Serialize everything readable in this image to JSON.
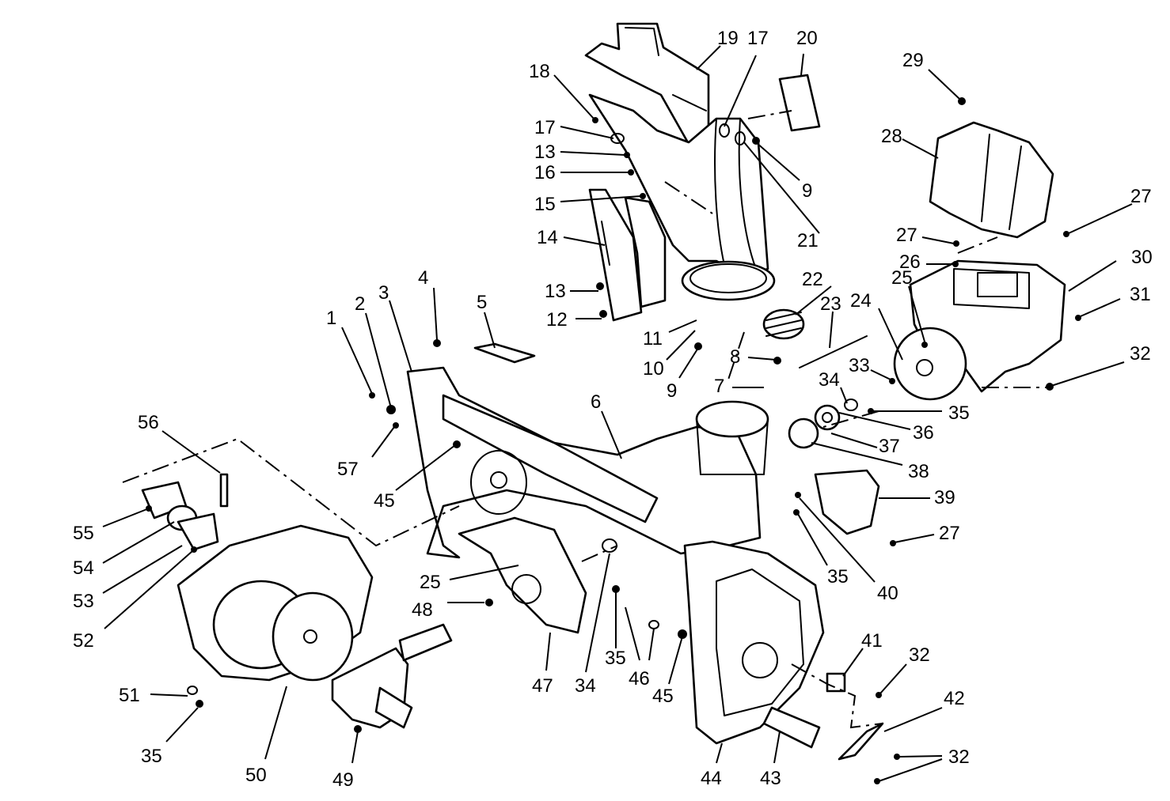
{
  "callouts": [
    {
      "id": "c1",
      "text": "1"
    },
    {
      "id": "c2",
      "text": "2"
    },
    {
      "id": "c3",
      "text": "3"
    },
    {
      "id": "c4",
      "text": "4"
    },
    {
      "id": "c5",
      "text": "5"
    },
    {
      "id": "c6",
      "text": "6"
    },
    {
      "id": "c7",
      "text": "7"
    },
    {
      "id": "c8",
      "text": "8"
    },
    {
      "id": "c9a",
      "text": "9"
    },
    {
      "id": "c9b",
      "text": "9"
    },
    {
      "id": "c10",
      "text": "10"
    },
    {
      "id": "c11",
      "text": "11"
    },
    {
      "id": "c12",
      "text": "12"
    },
    {
      "id": "c13a",
      "text": "13"
    },
    {
      "id": "c13b",
      "text": "13"
    },
    {
      "id": "c14",
      "text": "14"
    },
    {
      "id": "c15",
      "text": "15"
    },
    {
      "id": "c16",
      "text": "16"
    },
    {
      "id": "c17a",
      "text": "17"
    },
    {
      "id": "c17b",
      "text": "17"
    },
    {
      "id": "c18",
      "text": "18"
    },
    {
      "id": "c19",
      "text": "19"
    },
    {
      "id": "c20",
      "text": "20"
    },
    {
      "id": "c21",
      "text": "21"
    },
    {
      "id": "c22",
      "text": "22"
    },
    {
      "id": "c23",
      "text": "23"
    },
    {
      "id": "c24",
      "text": "24"
    },
    {
      "id": "c25a",
      "text": "25"
    },
    {
      "id": "c25b",
      "text": "25"
    },
    {
      "id": "c26",
      "text": "26"
    },
    {
      "id": "c27a",
      "text": "27"
    },
    {
      "id": "c27b",
      "text": "27"
    },
    {
      "id": "c27c",
      "text": "27"
    },
    {
      "id": "c28",
      "text": "28"
    },
    {
      "id": "c29",
      "text": "29"
    },
    {
      "id": "c30",
      "text": "30"
    },
    {
      "id": "c31",
      "text": "31"
    },
    {
      "id": "c32a",
      "text": "32"
    },
    {
      "id": "c32b",
      "text": "32"
    },
    {
      "id": "c32c",
      "text": "32"
    },
    {
      "id": "c33",
      "text": "33"
    },
    {
      "id": "c34a",
      "text": "34"
    },
    {
      "id": "c34b",
      "text": "34"
    },
    {
      "id": "c35a",
      "text": "35"
    },
    {
      "id": "c35b",
      "text": "35"
    },
    {
      "id": "c35c",
      "text": "35"
    },
    {
      "id": "c35d",
      "text": "35"
    },
    {
      "id": "c36",
      "text": "36"
    },
    {
      "id": "c37",
      "text": "37"
    },
    {
      "id": "c38",
      "text": "38"
    },
    {
      "id": "c39",
      "text": "39"
    },
    {
      "id": "c40",
      "text": "40"
    },
    {
      "id": "c41",
      "text": "41"
    },
    {
      "id": "c42",
      "text": "42"
    },
    {
      "id": "c43",
      "text": "43"
    },
    {
      "id": "c44",
      "text": "44"
    },
    {
      "id": "c45a",
      "text": "45"
    },
    {
      "id": "c45b",
      "text": "45"
    },
    {
      "id": "c46",
      "text": "46"
    },
    {
      "id": "c47",
      "text": "47"
    },
    {
      "id": "c48",
      "text": "48"
    },
    {
      "id": "c49",
      "text": "49"
    },
    {
      "id": "c50",
      "text": "50"
    },
    {
      "id": "c51",
      "text": "51"
    },
    {
      "id": "c52",
      "text": "52"
    },
    {
      "id": "c53",
      "text": "53"
    },
    {
      "id": "c54",
      "text": "54"
    },
    {
      "id": "c55",
      "text": "55"
    },
    {
      "id": "c56",
      "text": "56"
    },
    {
      "id": "c57",
      "text": "57"
    }
  ]
}
